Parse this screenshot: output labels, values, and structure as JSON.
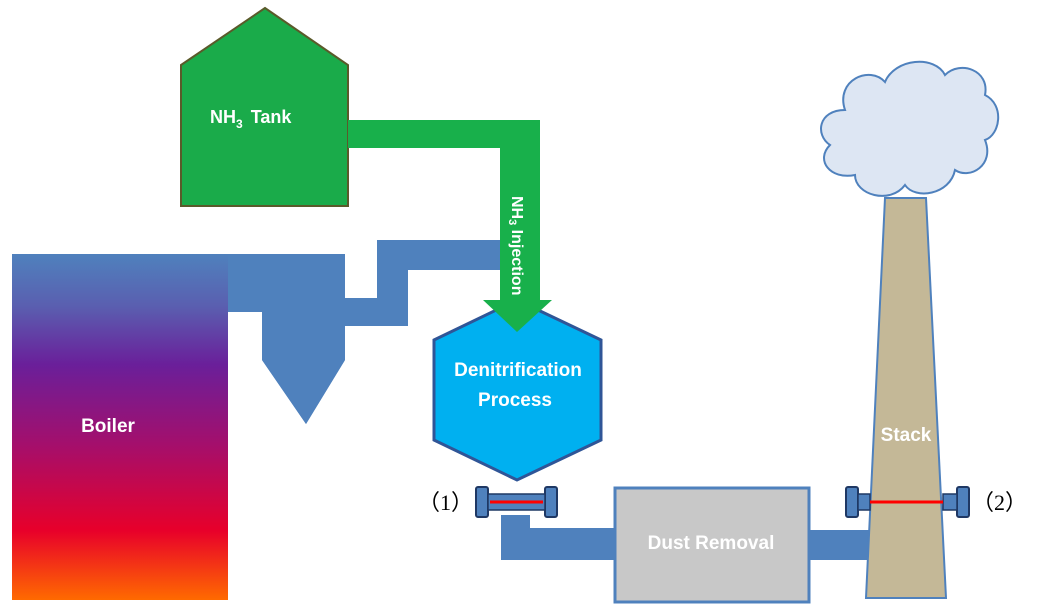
{
  "labels": {
    "nh3_tank_main": "NH",
    "nh3_tank_sub": "3",
    "nh3_tank_suffix": "Tank",
    "injection_main": "NH",
    "injection_sub": "3",
    "injection_suffix": " Injection",
    "denitrification_line1": "Denitrification",
    "denitrification_line2": "Process",
    "boiler": "Boiler",
    "dust_removal": "Dust Removal",
    "stack": "Stack",
    "point1": "（1）",
    "point2": "（2）"
  },
  "colors": {
    "duct_blue": "#4f81bd",
    "tank_green": "#1aab4a",
    "pipe_green": "#18b04b",
    "reactor_cyan": "#00b0f0",
    "dust_box_gray": "#c8c8c8",
    "stack_tan": "#c4b897",
    "cloud": "#dde6f3",
    "sample_line_red": "#ff0000"
  }
}
